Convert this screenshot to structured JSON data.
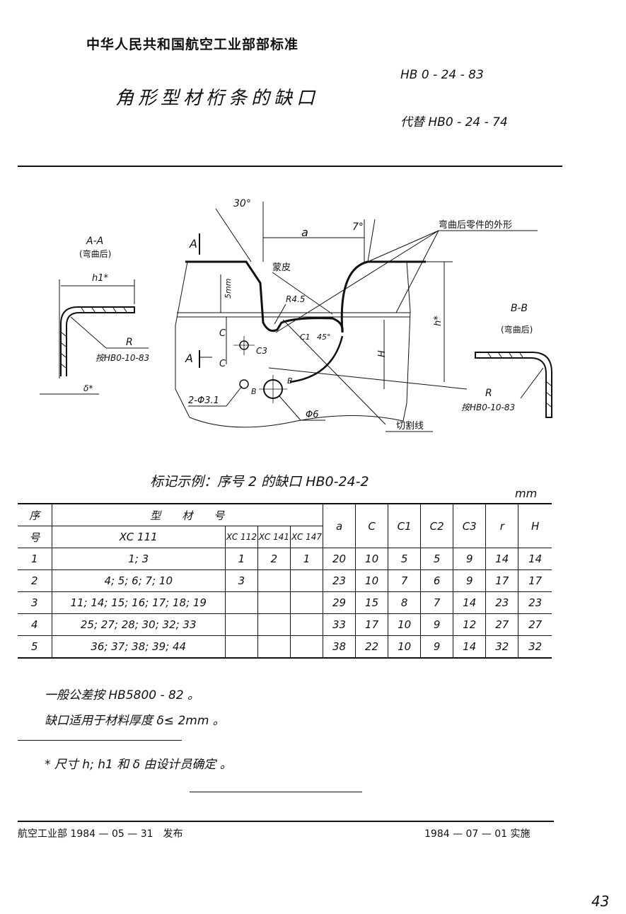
{
  "header": {
    "organization": "中华人民共和国航空工业部部标准",
    "title": "角形型材桁条的缺口",
    "standard_number": "HB 0 - 24 - 83",
    "replaces": "代替 HB0 - 24 - 74"
  },
  "drawing": {
    "angle_30": "30°",
    "angle_7": "7°",
    "dim_a": "a",
    "label_A_top": "A",
    "label_A_bottom": "A",
    "skin_label": "蒙皮",
    "bent_outline_label": "弯曲后零件的外形",
    "radius_label": "R4.5",
    "dim_5mm": "5mm",
    "dim_c": "C",
    "dim_c_lower": "C",
    "dim_c1": "C1",
    "dim_c3": "C3",
    "angle_45": "45°",
    "dim_h": "h*",
    "dim_H": "H",
    "point_B_left": "B",
    "point_B_right": "B",
    "holes_label": "2-Φ3.1",
    "big_hole_label": "Φ6",
    "cut_line_label": "切割线",
    "section_aa": {
      "title": "A-A",
      "sub": "(弯曲后)",
      "h1": "h1*",
      "r": "R",
      "r_ref": "按HB0-10-83",
      "delta": "δ*"
    },
    "section_bb": {
      "title": "B-B",
      "sub": "(弯曲后)",
      "r": "R",
      "r_ref": "按HB0-10-83"
    }
  },
  "caption": "标记示例：序号 2 的缺口   HB0-24-2",
  "unit": "mm",
  "table": {
    "headers": {
      "seq_top": "序",
      "seq_bottom": "号",
      "profile": "型　　材　　号",
      "xc111": "XC 111",
      "xc112": "XC 112",
      "xc141": "XC 141",
      "xc147": "XC 147",
      "a": "a",
      "c": "C",
      "c1": "C1",
      "c2": "C2",
      "c3": "C3",
      "r": "r",
      "H": "H"
    },
    "rows": [
      {
        "no": "1",
        "xc111": "1; 3",
        "xc112": "1",
        "xc141": "2",
        "xc147": "1",
        "a": "20",
        "c": "10",
        "c1": "5",
        "c2": "5",
        "c3": "9",
        "r": "14",
        "H": "14"
      },
      {
        "no": "2",
        "xc111": "4; 5; 6; 7; 10",
        "xc112": "3",
        "xc141": "",
        "xc147": "",
        "a": "23",
        "c": "10",
        "c1": "7",
        "c2": "6",
        "c3": "9",
        "r": "17",
        "H": "17"
      },
      {
        "no": "3",
        "xc111": "11; 14; 15; 16; 17; 18; 19",
        "xc112": "",
        "xc141": "",
        "xc147": "",
        "a": "29",
        "c": "15",
        "c1": "8",
        "c2": "7",
        "c3": "14",
        "r": "23",
        "H": "23"
      },
      {
        "no": "4",
        "xc111": "25; 27; 28; 30; 32; 33",
        "xc112": "",
        "xc141": "",
        "xc147": "",
        "a": "33",
        "c": "17",
        "c1": "10",
        "c2": "9",
        "c3": "12",
        "r": "27",
        "H": "27"
      },
      {
        "no": "5",
        "xc111": "36; 37; 38; 39; 44",
        "xc112": "",
        "xc141": "",
        "xc147": "",
        "a": "38",
        "c": "22",
        "c1": "10",
        "c2": "9",
        "c3": "14",
        "r": "32",
        "H": "32"
      }
    ]
  },
  "notes": {
    "tolerance": "一般公差按 HB5800 - 82 。",
    "thickness": "缺口适用于材料厚度 δ≤ 2mm 。",
    "footnote": "* 尺寸 h; h1 和 δ 由设计员确定 。"
  },
  "footer": {
    "issuer": "航空工业部 1984 — 05 — 31　发布",
    "effective": "1984 — 07 — 01 实施",
    "page_number": "43"
  }
}
